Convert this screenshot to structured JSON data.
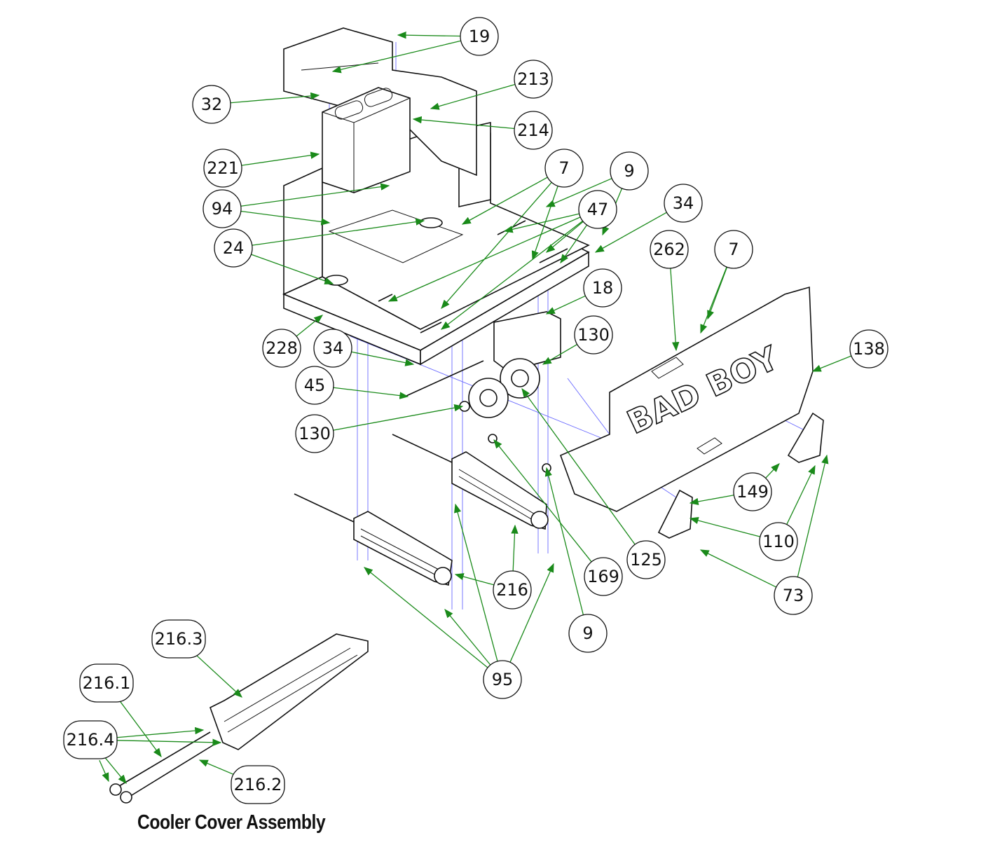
{
  "diagram": {
    "title": "Cooler Cover Assembly",
    "brand_text": "BAD BOY",
    "callouts": [
      "19",
      "213",
      "32",
      "214",
      "221",
      "7",
      "9",
      "34",
      "94",
      "47",
      "262",
      "7",
      "24",
      "18",
      "130",
      "228",
      "34",
      "138",
      "45",
      "130",
      "149",
      "110",
      "125",
      "169",
      "216",
      "73",
      "9",
      "95"
    ],
    "sub_callouts": [
      "216.3",
      "216.1",
      "216.4",
      "216.2"
    ],
    "colors": {
      "leader": "#1a8a1a",
      "guide": "#6b6bff"
    }
  }
}
